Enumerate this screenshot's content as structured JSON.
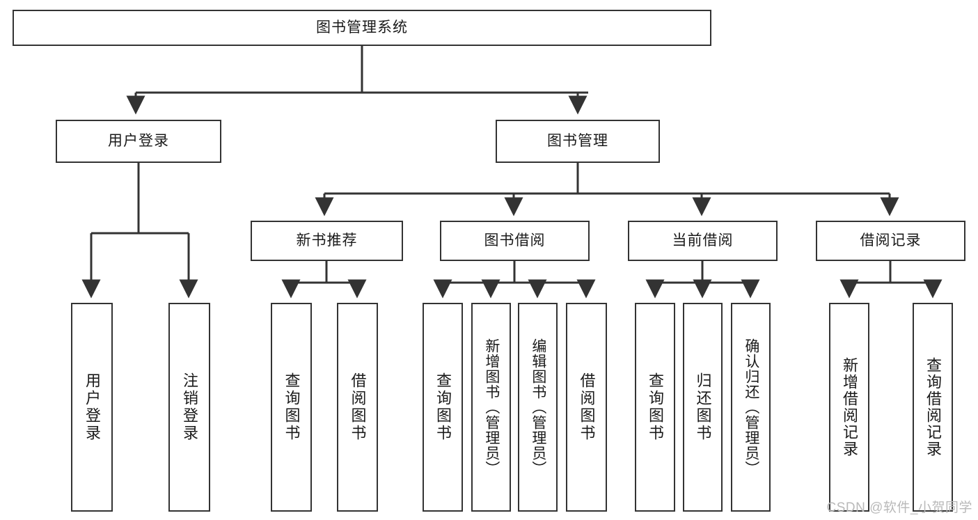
{
  "diagram": {
    "type": "tree",
    "title": "图书管理系统",
    "watermark": "CSDN @软件_小贺同学",
    "root": {
      "id": "root",
      "label": "图书管理系统"
    },
    "level2": [
      {
        "id": "user-login",
        "label": "用户登录"
      },
      {
        "id": "book-management",
        "label": "图书管理"
      }
    ],
    "level3": [
      {
        "id": "new-book-recommend",
        "label": "新书推荐",
        "parent": "book-management"
      },
      {
        "id": "book-borrow",
        "label": "图书借阅",
        "parent": "book-management"
      },
      {
        "id": "current-borrow",
        "label": "当前借阅",
        "parent": "book-management"
      },
      {
        "id": "borrow-record",
        "label": "借阅记录",
        "parent": "book-management"
      }
    ],
    "leaves": [
      {
        "id": "leaf-user-login",
        "label": "用户登录",
        "parent": "user-login"
      },
      {
        "id": "leaf-user-logout",
        "label": "注销登录",
        "parent": "user-login"
      },
      {
        "id": "leaf-query-book-1",
        "label": "查询图书",
        "parent": "new-book-recommend"
      },
      {
        "id": "leaf-borrow-book-1",
        "label": "借阅图书",
        "parent": "new-book-recommend"
      },
      {
        "id": "leaf-query-book-2",
        "label": "查询图书",
        "parent": "book-borrow"
      },
      {
        "id": "leaf-add-book",
        "label": "新增图书（管理员）",
        "parent": "book-borrow"
      },
      {
        "id": "leaf-edit-book",
        "label": "编辑图书（管理员）",
        "parent": "book-borrow"
      },
      {
        "id": "leaf-borrow-book-2",
        "label": "借阅图书",
        "parent": "book-borrow"
      },
      {
        "id": "leaf-query-book-3",
        "label": "查询图书",
        "parent": "current-borrow"
      },
      {
        "id": "leaf-return-book",
        "label": "归还图书",
        "parent": "current-borrow"
      },
      {
        "id": "leaf-confirm-return",
        "label": "确认归还（管理员）",
        "parent": "current-borrow"
      },
      {
        "id": "leaf-add-record",
        "label": "新增借阅记录",
        "parent": "borrow-record"
      },
      {
        "id": "leaf-query-record",
        "label": "查询借阅记录",
        "parent": "borrow-record"
      }
    ],
    "colors": {
      "stroke": "#333333",
      "fill": "#ffffff",
      "text": "#1a1a1a",
      "watermark": "#b9b9b9"
    }
  }
}
